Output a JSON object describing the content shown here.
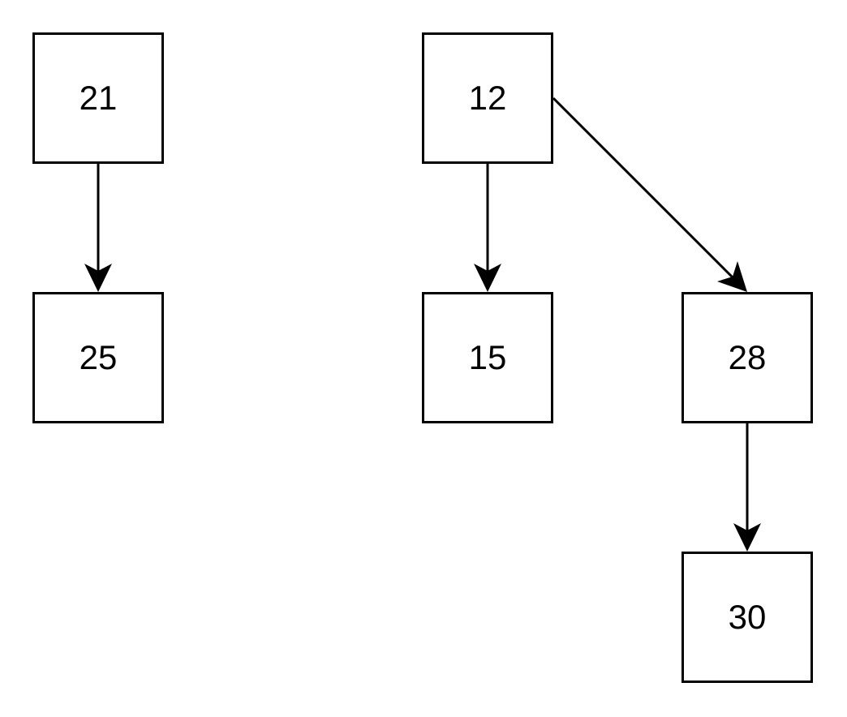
{
  "colors": {
    "stroke": "#000000",
    "background": "#ffffff"
  },
  "nodes": {
    "n21": "21",
    "n25": "25",
    "n12": "12",
    "n15": "15",
    "n28": "28",
    "n30": "30"
  },
  "edges": [
    {
      "from": "21",
      "to": "25"
    },
    {
      "from": "12",
      "to": "15"
    },
    {
      "from": "12",
      "to": "28"
    },
    {
      "from": "28",
      "to": "30"
    }
  ]
}
